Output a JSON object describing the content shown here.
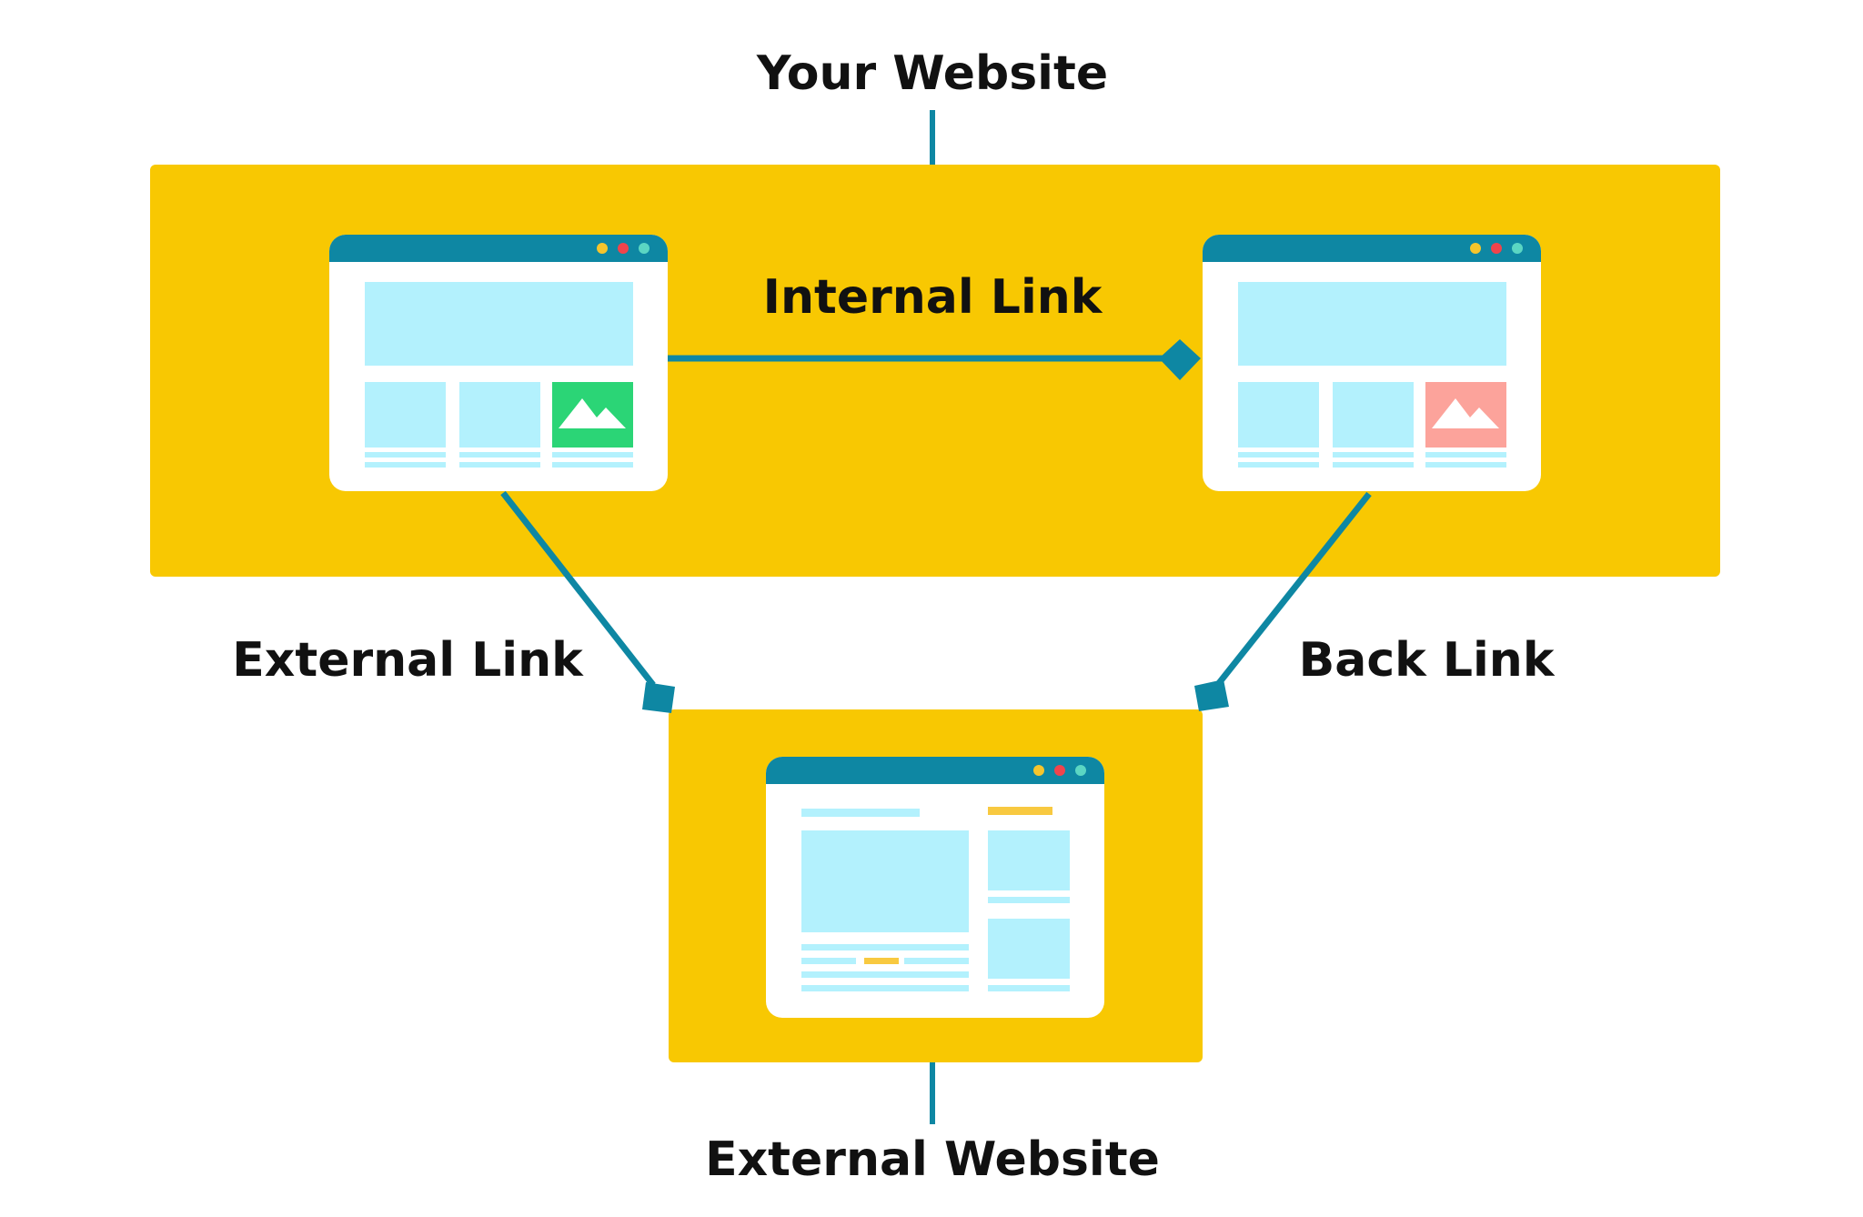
{
  "labels": {
    "your_website": "Your Website",
    "internal_link": "Internal Link",
    "external_link": "External Link",
    "back_link": "Back Link",
    "external_website": "External Website"
  },
  "colors": {
    "yellow": "#F8C802",
    "teal": "#0E87A3",
    "light_blue": "#B3F1FD",
    "white": "#FFFFFF",
    "green": "#2BD576",
    "salmon": "#FCA39B",
    "dot_yellow": "#F6C52C",
    "dot_red": "#F0444C",
    "dot_teal": "#5BD6C3",
    "accent_yellow": "#F8C940",
    "text": "#111111"
  },
  "icons": {
    "left_page_image": "mountain-image-icon",
    "right_page_image": "mountain-image-icon"
  }
}
